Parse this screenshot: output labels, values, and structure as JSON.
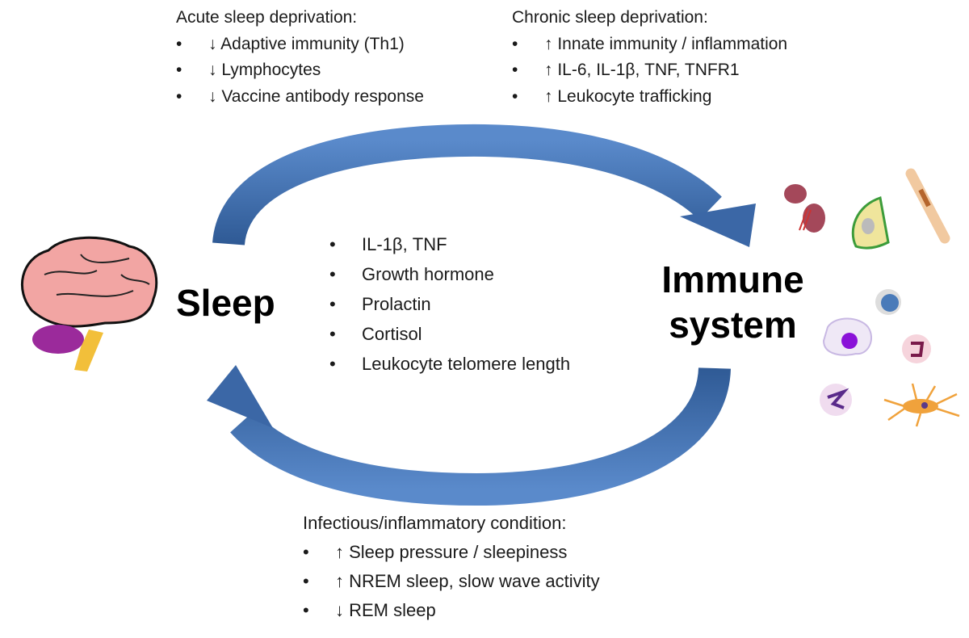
{
  "acute": {
    "heading": "Acute sleep deprivation:",
    "items": [
      "↓ Adaptive immunity (Th1)",
      "↓ Lymphocytes",
      "↓ Vaccine antibody response"
    ]
  },
  "chronic": {
    "heading": "Chronic sleep deprivation:",
    "items": [
      "↑ Innate immunity / inflammation",
      "↑ IL-6, IL-1β, TNF, TNFR1",
      "↑ Leukocyte trafficking"
    ]
  },
  "center": {
    "items": [
      "IL-1β, TNF",
      "Growth hormone",
      "Prolactin",
      "Cortisol",
      "Leukocyte telomere length"
    ]
  },
  "infectious": {
    "heading": "Infectious/inflammatory condition:",
    "items": [
      "↑ Sleep pressure / sleepiness",
      "↑ NREM sleep, slow wave activity",
      "↓ REM sleep"
    ]
  },
  "labels": {
    "sleep": "Sleep",
    "immune_line1": "Immune",
    "immune_line2": "system"
  },
  "colors": {
    "arrow": "#4a7bb9",
    "arrow_dark": "#30578f"
  }
}
